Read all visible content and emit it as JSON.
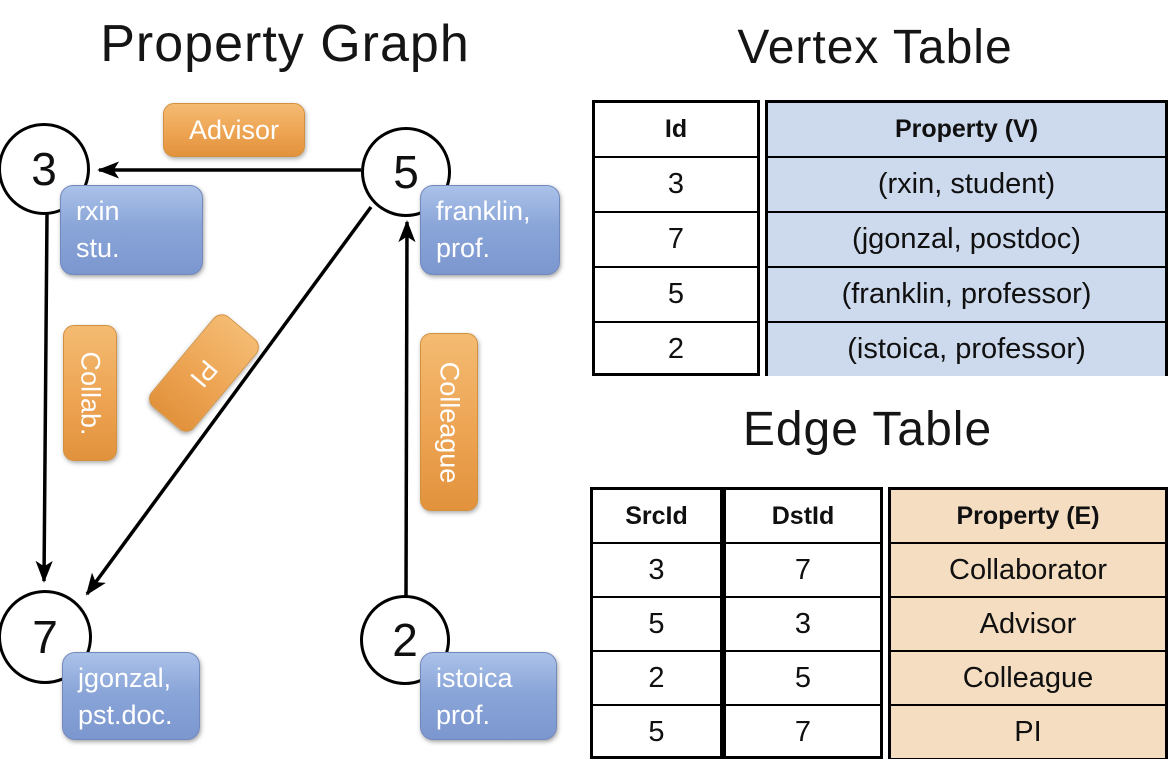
{
  "graph": {
    "title": "Property Graph",
    "nodes": [
      {
        "id": "3",
        "line1": "rxin",
        "line2": "stu."
      },
      {
        "id": "5",
        "line1": "franklin,",
        "line2": "prof."
      },
      {
        "id": "7",
        "line1": "jgonzal,",
        "line2": "pst.doc."
      },
      {
        "id": "2",
        "line1": "istoica",
        "line2": "prof."
      }
    ],
    "edges": [
      {
        "label": "Advisor",
        "src": "5",
        "dst": "3"
      },
      {
        "label": "Collab.",
        "src": "3",
        "dst": "7"
      },
      {
        "label": "PI",
        "src": "5",
        "dst": "7"
      },
      {
        "label": "Colleague",
        "src": "2",
        "dst": "5"
      }
    ]
  },
  "vertex_table": {
    "title": "Vertex Table",
    "columns": [
      "Id",
      "Property (V)"
    ],
    "rows": [
      [
        "3",
        "(rxin, student)"
      ],
      [
        "7",
        "(jgonzal, postdoc)"
      ],
      [
        "5",
        "(franklin, professor)"
      ],
      [
        "2",
        "(istoica, professor)"
      ]
    ]
  },
  "edge_table": {
    "title": "Edge Table",
    "columns": [
      "SrcId",
      "DstId",
      "Property (E)"
    ],
    "rows": [
      [
        "3",
        "7",
        "Collaborator"
      ],
      [
        "5",
        "3",
        "Advisor"
      ],
      [
        "2",
        "5",
        "Colleague"
      ],
      [
        "5",
        "7",
        "PI"
      ]
    ]
  },
  "colors": {
    "vertex_property_fill": "#cdd9ed",
    "edge_property_fill": "#f4ddc1",
    "vertex_box_blue": "#7b97cf",
    "edge_badge_orange": "#e8993f",
    "line_color": "#000000",
    "text_on_badges": "#ffffff"
  }
}
